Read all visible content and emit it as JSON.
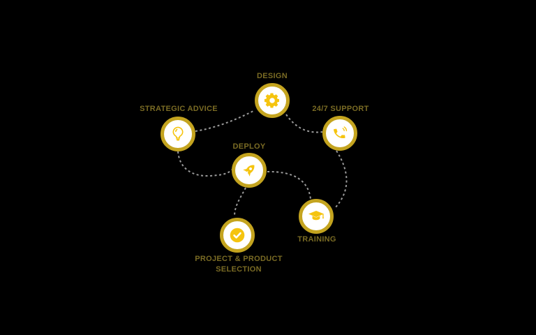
{
  "diagram": {
    "nodes": [
      {
        "id": "design",
        "label": "DESIGN",
        "icon": "gear-icon"
      },
      {
        "id": "strategic-advice",
        "label": "STRATEGIC ADVICE",
        "icon": "lightbulb-icon"
      },
      {
        "id": "support-247",
        "label": "24/7 SUPPORT",
        "icon": "phone-icon"
      },
      {
        "id": "deploy",
        "label": "DEPLOY",
        "icon": "rocket-icon"
      },
      {
        "id": "training",
        "label": "TRAINING",
        "icon": "graduation-cap-icon"
      },
      {
        "id": "project-product-selection",
        "label": "PROJECT & PRODUCT SELECTION",
        "icon": "check-circle-icon"
      }
    ],
    "connections": [
      {
        "from": "strategic-advice",
        "to": "design"
      },
      {
        "from": "design",
        "to": "support-247"
      },
      {
        "from": "support-247",
        "to": "training"
      },
      {
        "from": "deploy",
        "to": "training"
      },
      {
        "from": "strategic-advice",
        "to": "deploy"
      },
      {
        "from": "deploy",
        "to": "project-product-selection"
      }
    ],
    "colors": {
      "ring": "#c4a41f",
      "icon_fill": "#f5c40f",
      "label": "#7a6b24",
      "connector": "#9a9a9a",
      "node_fill": "#ffffff",
      "background": "#000000"
    }
  }
}
